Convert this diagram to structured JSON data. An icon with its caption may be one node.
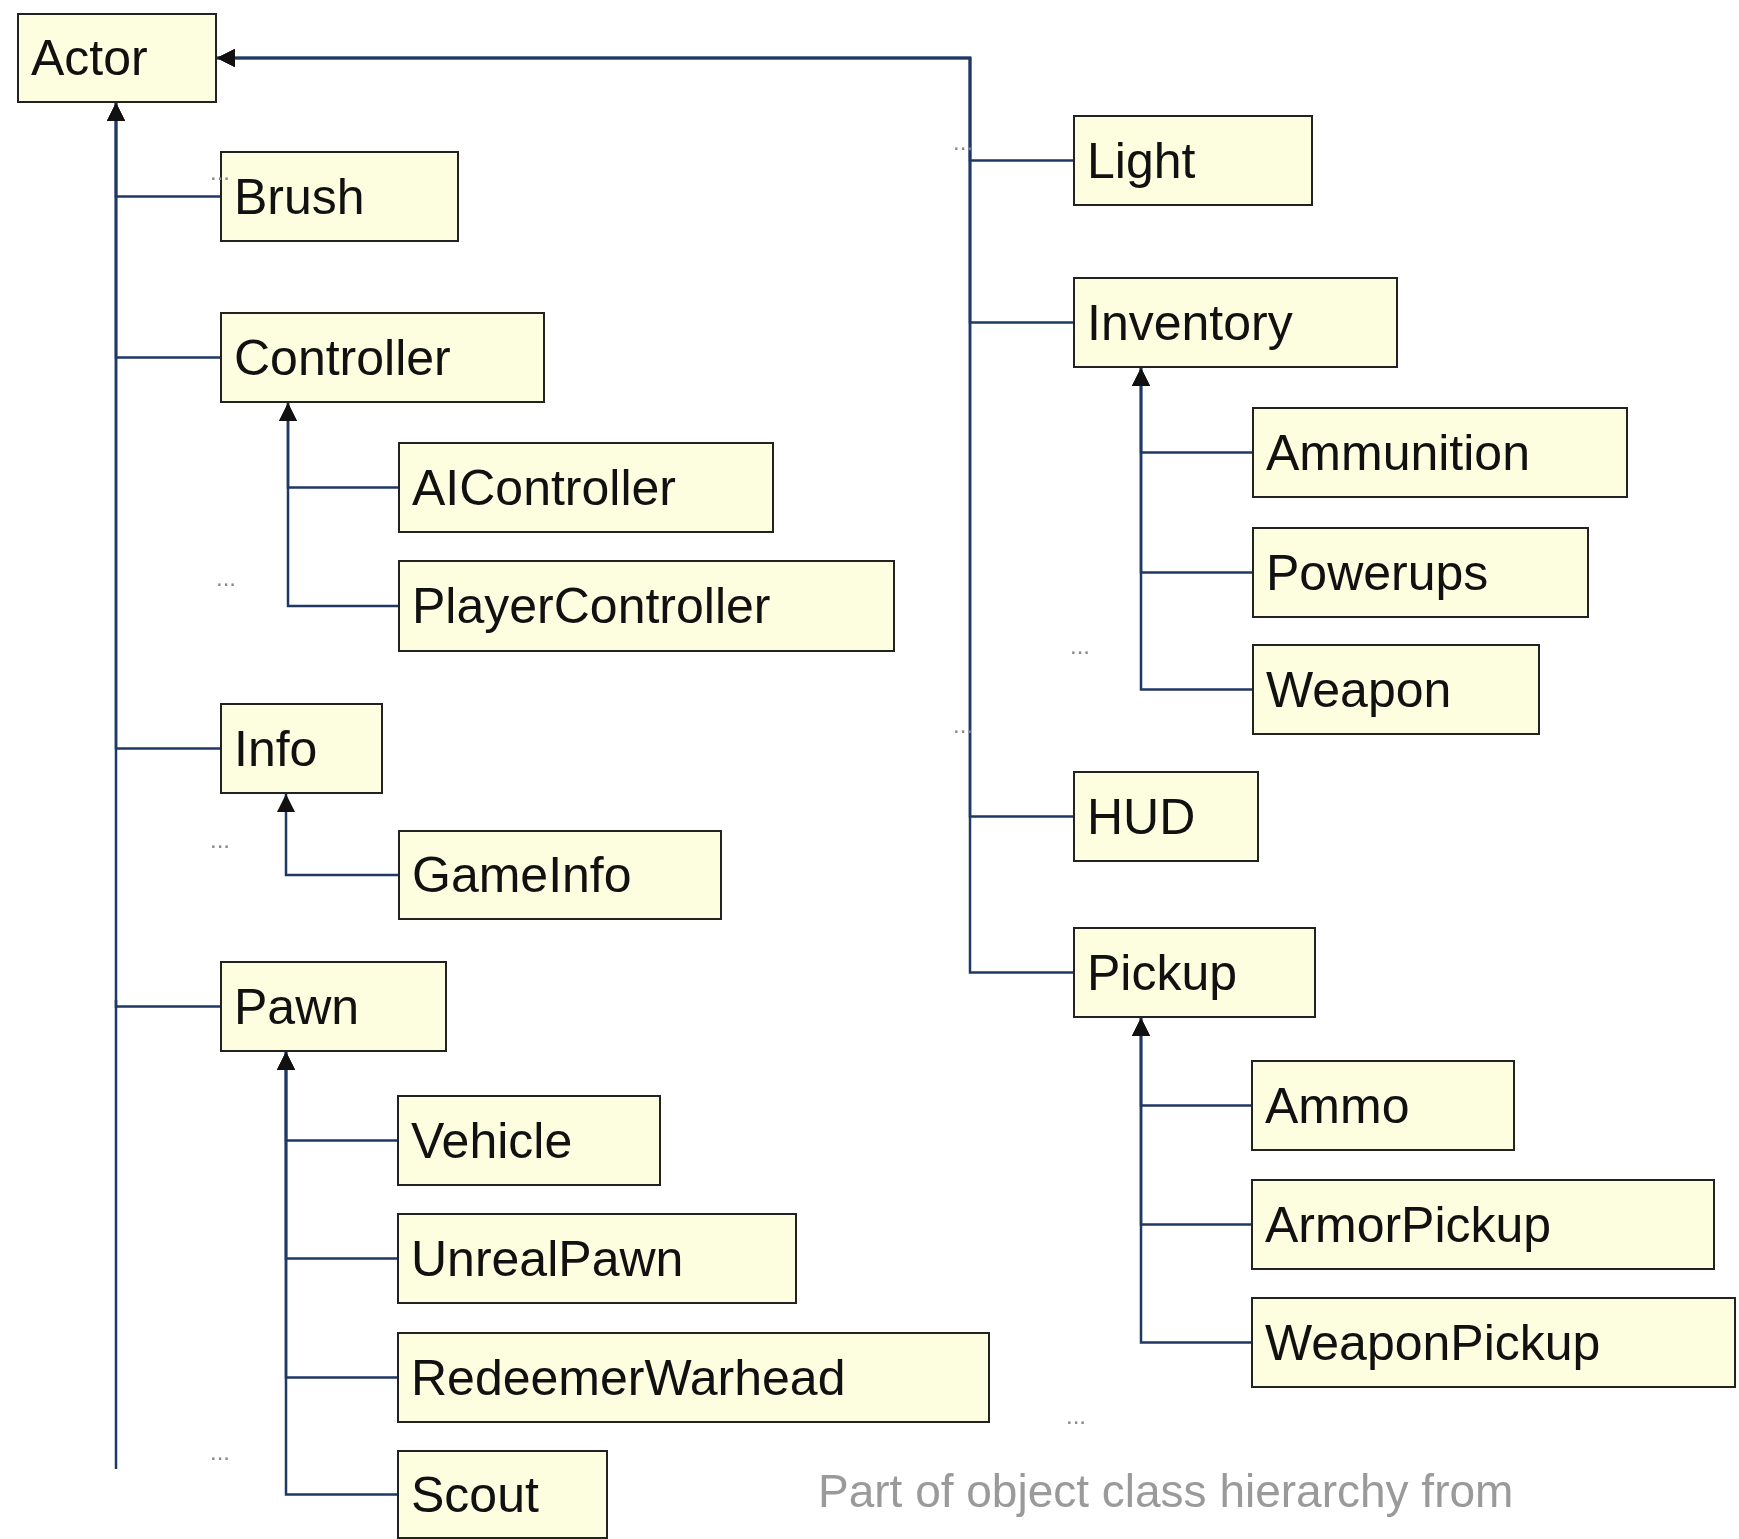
{
  "diagram": {
    "caption": "Part of object class hierarchy from",
    "nodes": [
      {
        "text": [
          "Actor"
        ]
      },
      {
        "text": [
          "Brush"
        ]
      },
      {
        "text": [
          "Controller"
        ]
      },
      {
        "text": [
          "AIController"
        ]
      },
      {
        "text": [
          "PlayerController"
        ]
      },
      {
        "text": [
          "Info"
        ]
      },
      {
        "text": [
          "GameInfo"
        ]
      },
      {
        "text": [
          "Pawn"
        ]
      },
      {
        "text": [
          "Vehicle"
        ]
      },
      {
        "text": [
          "UnrealPawn"
        ]
      },
      {
        "text": [
          "RedeemerWarhead"
        ]
      },
      {
        "text": [
          "Scout"
        ]
      },
      {
        "text": [
          "Light"
        ]
      },
      {
        "text": [
          "Inventory"
        ]
      },
      {
        "text": [
          "Ammunition"
        ]
      },
      {
        "text": [
          "Powerups"
        ]
      },
      {
        "text": [
          "Weapon"
        ]
      },
      {
        "text": [
          "HUD"
        ]
      },
      {
        "text": [
          "Pickup"
        ]
      },
      {
        "text": [
          "Ammo"
        ]
      },
      {
        "text": [
          "ArmorPickup"
        ]
      },
      {
        "text": [
          "WeaponPickup"
        ]
      }
    ],
    "edges": [
      {
        "from": 1,
        "to": 0,
        "arrow": "to"
      },
      {
        "from": 2,
        "to": 0,
        "arrow": "to"
      },
      {
        "from": 3,
        "to": 2,
        "arrow": "to"
      },
      {
        "from": 4,
        "to": 2,
        "arrow": "to"
      },
      {
        "from": 5,
        "to": 0,
        "arrow": "to"
      },
      {
        "from": 6,
        "to": 5,
        "arrow": "to"
      },
      {
        "from": 7,
        "to": 0,
        "arrow": "to"
      },
      {
        "from": 8,
        "to": 7,
        "arrow": "to"
      },
      {
        "from": 9,
        "to": 7,
        "arrow": "to"
      },
      {
        "from": 10,
        "to": 7,
        "arrow": "to"
      },
      {
        "from": 11,
        "to": 7,
        "arrow": "to"
      },
      {
        "from": 12,
        "to": 0,
        "arrow": "to"
      },
      {
        "from": 13,
        "to": 0,
        "arrow": "to"
      },
      {
        "from": 14,
        "to": 13,
        "arrow": "to"
      },
      {
        "from": 15,
        "to": 13,
        "arrow": "to"
      },
      {
        "from": 16,
        "to": 13,
        "arrow": "to"
      },
      {
        "from": 17,
        "to": 0,
        "arrow": "to"
      },
      {
        "from": 18,
        "to": 0,
        "arrow": "to"
      },
      {
        "from": 19,
        "to": 18,
        "arrow": "to"
      },
      {
        "from": 20,
        "to": 18,
        "arrow": "to"
      },
      {
        "from": 21,
        "to": 18,
        "arrow": "to"
      }
    ],
    "labels": [
      "...",
      "...",
      "...",
      "...",
      "...",
      "...",
      "...",
      "..."
    ]
  }
}
